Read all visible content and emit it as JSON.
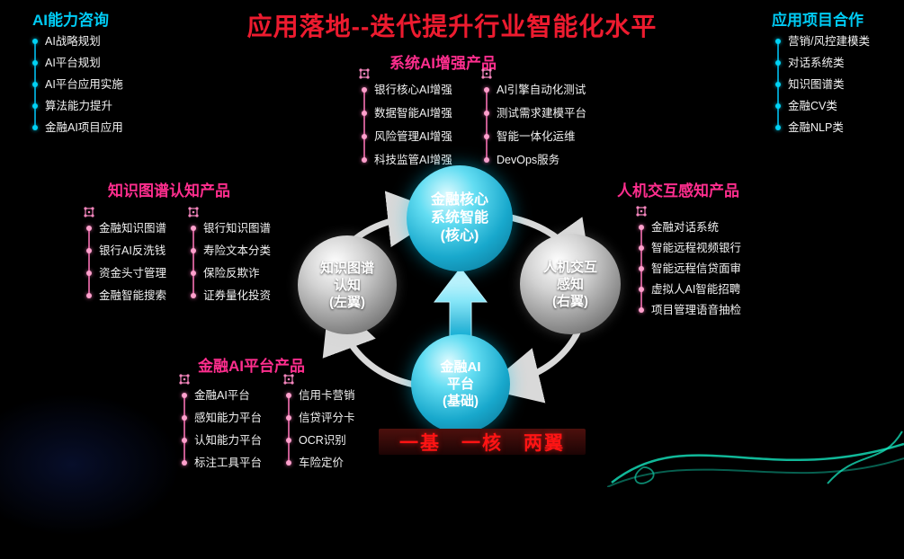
{
  "page": {
    "title": "应用落地--迭代提升行业智能化水平",
    "slogan": "一基　一核　两翼"
  },
  "colors": {
    "background": "#000000",
    "title_red": "#ed1b2f",
    "section_magenta": "#ff2e8e",
    "section_cyan": "#00ccf5",
    "slogan_red": "#ff1414",
    "pink_bullet": "#ffa0cc",
    "cyan_bullet": "#00d2f5",
    "circle_cyan": "#18a8cc",
    "circle_gray": "#8e8e8e"
  },
  "sections": {
    "ai_consulting": {
      "title": "AI能力咨询",
      "items": [
        "AI战略规划",
        "AI平台规划",
        "AI平台应用实施",
        "算法能力提升",
        "金融AI项目应用"
      ]
    },
    "project_cooperation": {
      "title": "应用项目合作",
      "items": [
        "营销/风控建模类",
        "对话系统类",
        "知识图谱类",
        "金融CV类",
        "金融NLP类"
      ]
    },
    "system_ai_products": {
      "title": "系统AI增强产品",
      "col1": [
        "银行核心AI增强",
        "数据智能AI增强",
        "风险管理AI增强",
        "科技监管AI增强"
      ],
      "col2": [
        "AI引擎自动化测试",
        "测试需求建模平台",
        "智能一体化运维",
        "DevOps服务"
      ]
    },
    "knowledge_graph_products": {
      "title": "知识图谱认知产品",
      "col1": [
        "金融知识图谱",
        "银行AI反洗钱",
        "资金头寸管理",
        "金融智能搜索"
      ],
      "col2": [
        "银行知识图谱",
        "寿险文本分类",
        "保险反欺诈",
        "证券量化投资"
      ]
    },
    "hci_products": {
      "title": "人机交互感知产品",
      "items": [
        "金融对话系统",
        "智能远程视频银行",
        "智能远程信贷面审",
        "虚拟人AI智能招聘",
        "项目管理语音抽检"
      ]
    },
    "finance_ai_platform_products": {
      "title": "金融AI平台产品",
      "col1": [
        "金融AI平台",
        "感知能力平台",
        "认知能力平台",
        "标注工具平台"
      ],
      "col2": [
        "信用卡营销",
        "信贷评分卡",
        "OCR识别",
        "车险定价"
      ]
    }
  },
  "diagram": {
    "core": {
      "lines": [
        "金融核心",
        "系统智能",
        "(核心)"
      ]
    },
    "left_wing": {
      "lines": [
        "知识图谱",
        "认知",
        "(左翼)"
      ]
    },
    "right_wing": {
      "lines": [
        "人机交互",
        "感知",
        "(右翼)"
      ]
    },
    "base": {
      "lines": [
        "金融AI",
        "平台",
        "(基础)"
      ]
    }
  }
}
